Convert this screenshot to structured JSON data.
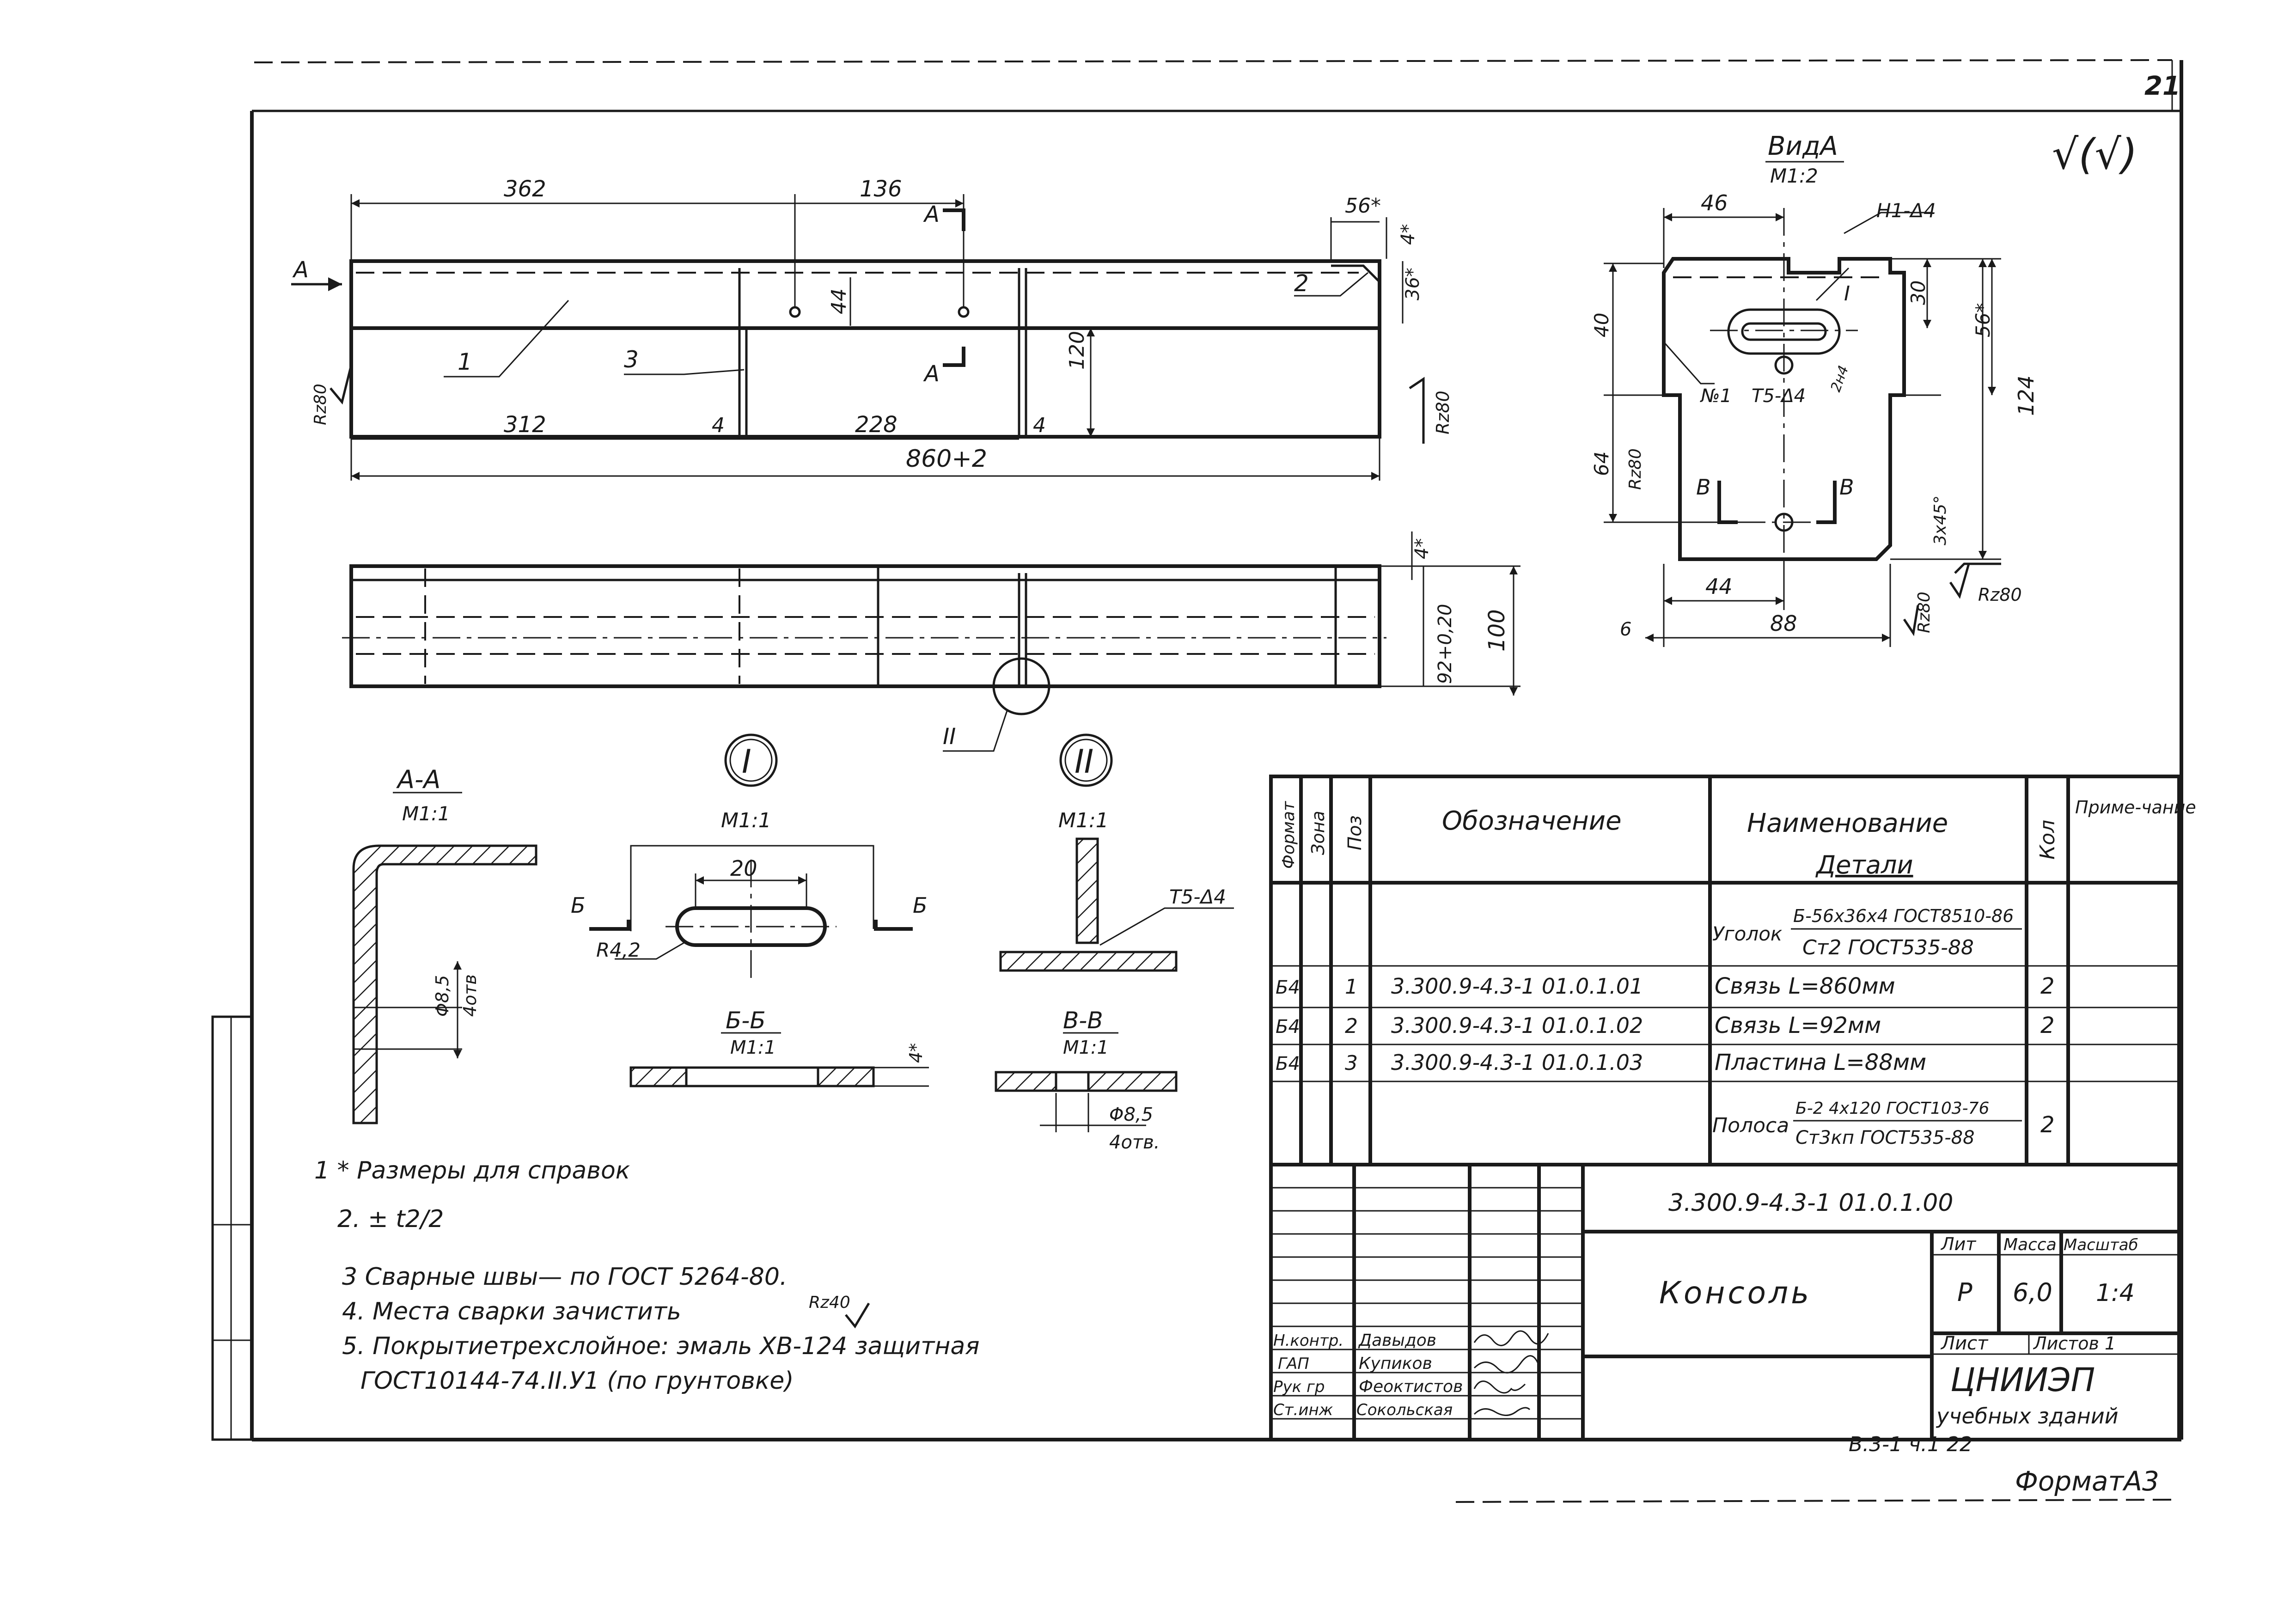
{
  "sheet": {
    "sheet_no": "21",
    "check_mark": "√(√)",
    "format": "ФорматА3",
    "album_ref": "В.3-1  ч.1  22"
  },
  "main_view": {
    "dims_top": [
      "362",
      "136",
      "56*",
      "4*",
      "36*",
      "44"
    ],
    "dims_bottom": [
      "312",
      "4",
      "228",
      "4",
      "860+2"
    ],
    "dims_side": [
      "120",
      "Rz80",
      "Rz80"
    ],
    "callouts": [
      "1",
      "2",
      "3"
    ],
    "view_arrow": "А",
    "section_marks": [
      "А",
      "А"
    ],
    "plan_dims": [
      "4*",
      "92+0,20",
      "100"
    ],
    "detail_ref": "II"
  },
  "view_a": {
    "title": "ВидА",
    "scale": "М1:2",
    "dims": [
      "46",
      "Н1-Δ4",
      "30",
      "56*",
      "40",
      "124",
      "64",
      "Rz80",
      "3х45°",
      "44",
      "88",
      "6",
      "Rz80",
      "Rz80"
    ],
    "labels": [
      "I",
      "№1",
      "Т5-Δ4",
      "2н4",
      "В",
      "В"
    ]
  },
  "section_aa": {
    "title": "А-А",
    "scale": "М1:1",
    "dims": [
      "Φ8,5",
      "4отв"
    ]
  },
  "detail_1": {
    "number": "I",
    "scale": "М1:1",
    "dims": [
      "20",
      "R4,2"
    ],
    "marks": [
      "Б",
      "Б"
    ]
  },
  "detail_2": {
    "number": "II",
    "scale": "М1:1",
    "weld": "Т5-Δ4"
  },
  "section_bb": {
    "title": "Б-Б",
    "scale": "М1:1",
    "dim": "4*"
  },
  "section_vv": {
    "title": "В-В",
    "scale": "М1:1",
    "dims": [
      "Φ8,5",
      "4отв."
    ]
  },
  "notes": [
    "1 * Размеры для справок",
    "2. ± t2/2",
    "3  Сварные швы— по ГОСТ 5264-80.",
    "4. Места сварки зачистить",
    "5. Покрытиетрехслойное: эмаль ХВ-124 защитная",
    "ГОСТ10144-74.ІІ.У1 (по грунтовке)"
  ],
  "note4_roughness": "Rz40",
  "spec": {
    "headers": [
      "Формат",
      "Зона",
      "Поз",
      "Обозначение",
      "Наименование",
      "Кол",
      "Приме-чание"
    ],
    "section": "Детали",
    "material_row": {
      "name": "Уголок",
      "num": "Б-56х36х4 ГОСТ8510-86",
      "den": "Ст2 ГОСТ535-88"
    },
    "rows": [
      {
        "format": "Б4",
        "pos": "1",
        "designation": "3.300.9-4.3-1 01.0.1.01",
        "name": "Связь L=860мм",
        "qty": "2"
      },
      {
        "format": "Б4",
        "pos": "2",
        "designation": "3.300.9-4.3-1 01.0.1.02",
        "name": "Связь L=92мм",
        "qty": "2"
      },
      {
        "format": "Б4",
        "pos": "3",
        "designation": "3.300.9-4.3-1 01.0.1.03",
        "name": "Пластина L=88мм",
        "qty": ""
      }
    ],
    "strip_row": {
      "name": "Полоса",
      "num": "Б-2 4х120 ГОСТ103-76",
      "den": "Ст3кп ГОСТ535-88",
      "qty": "2"
    }
  },
  "title_block": {
    "document": "3.300.9-4.3-1 01.0.1.00",
    "product": "Консоль",
    "lit_label": "Лит",
    "mass_label": "Масса",
    "scale_label": "Масштаб",
    "lit": "Р",
    "mass": "6,0",
    "scale": "1:4",
    "sheet_label": "Лист",
    "sheets_label": "Листов 1",
    "org_line1": "ЦНИИЭП",
    "org_line2": "учебных зданий",
    "people": [
      {
        "role": "Н.контр.",
        "name": "Давыдов"
      },
      {
        "role": "ГАП",
        "name": "Купиков"
      },
      {
        "role": "Рук гр",
        "name": "Феоктистов"
      },
      {
        "role": "Ст.инж",
        "name": "Сокольская"
      }
    ]
  }
}
